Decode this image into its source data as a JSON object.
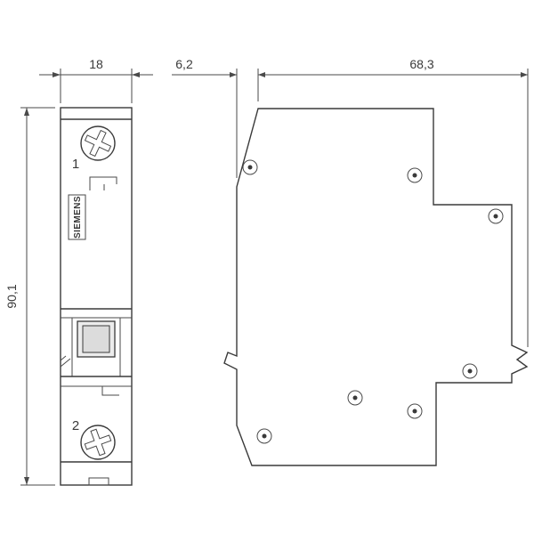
{
  "drawing": {
    "brand_label": "SIEMENS",
    "terminal_top_label": "1",
    "terminal_bottom_label": "2",
    "dimensions": {
      "front_width_mm": "18",
      "height_mm": "90,1",
      "side_front_offset_mm": "6,2",
      "side_depth_mm": "68,3"
    },
    "colors": {
      "line": "#3a3a3a",
      "background": "#ffffff"
    }
  }
}
